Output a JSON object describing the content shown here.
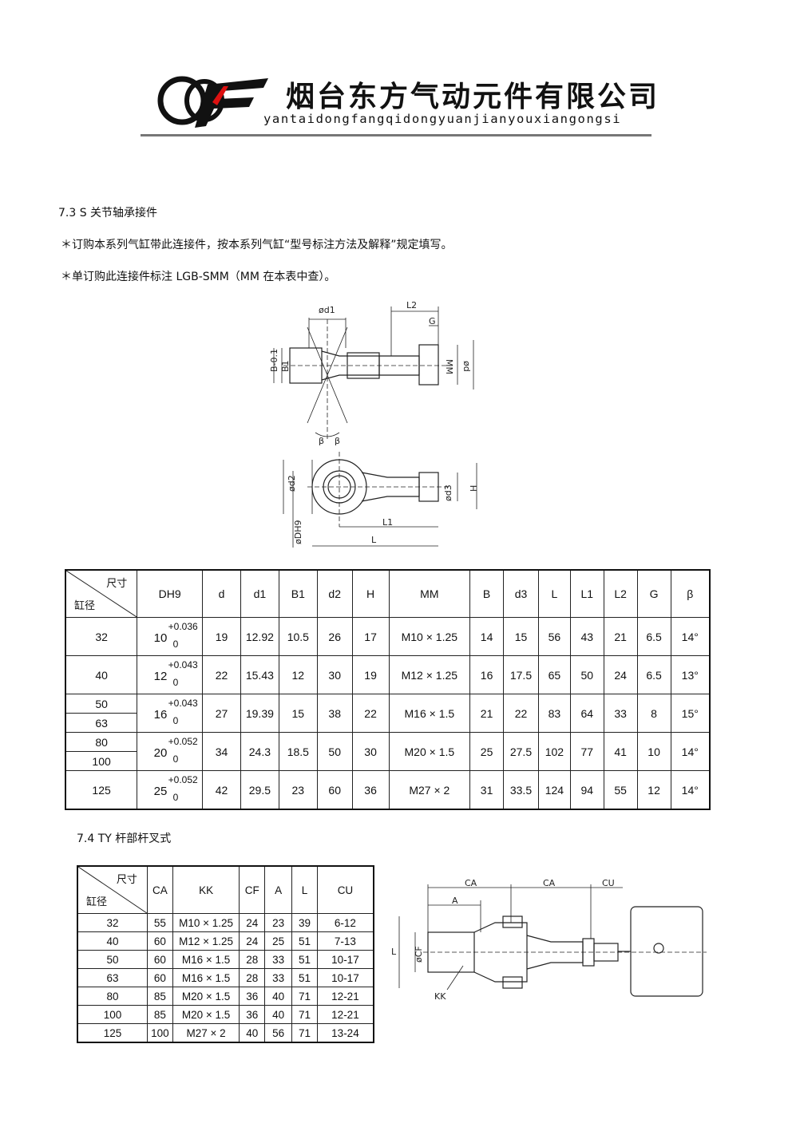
{
  "header": {
    "company_cn": "烟台东方气动元件有限公司",
    "company_en": "yantaidongfangqidongyuanjianyouxiangongsi"
  },
  "section_73": {
    "title": "7.3 S 关节轴承接件",
    "note1": "＊订购本系列气缸带此连接件，按本系列气缸“型号标注方法及解释”规定填写。",
    "note2": "＊单订购此连接件标注 LGB-SMM（MM 在本表中查）。",
    "diagram_labels": {
      "phi_d1": "ød1",
      "L2": "L2",
      "G": "G",
      "B0d1": "B-0.1",
      "B1": "B1",
      "MM": "MM",
      "phi_d": "ød",
      "beta1": "β",
      "beta2": "β",
      "phi_d2": "ød2",
      "phi_d3": "ød3",
      "H": "H",
      "L1": "L1",
      "phi_DH9": "øDH9",
      "L": "L"
    },
    "table": {
      "corner_top": "尺寸",
      "corner_bottom": "缸径",
      "headers": [
        "DH9",
        "d",
        "d1",
        "B1",
        "d2",
        "H",
        "MM",
        "B",
        "d3",
        "L",
        "L1",
        "L2",
        "G",
        "β"
      ],
      "rows": [
        {
          "bore": [
            "32"
          ],
          "dh_base": "10",
          "dh_up": "+0.036",
          "dh_low": "0",
          "vals": [
            "19",
            "12.92",
            "10.5",
            "26",
            "17",
            "M10 × 1.25",
            "14",
            "15",
            "56",
            "43",
            "21",
            "6.5",
            "14°"
          ]
        },
        {
          "bore": [
            "40"
          ],
          "dh_base": "12",
          "dh_up": "+0.043",
          "dh_low": "0",
          "vals": [
            "22",
            "15.43",
            "12",
            "30",
            "19",
            "M12 × 1.25",
            "16",
            "17.5",
            "65",
            "50",
            "24",
            "6.5",
            "13°"
          ]
        },
        {
          "bore": [
            "50",
            "63"
          ],
          "dh_base": "16",
          "dh_up": "+0.043",
          "dh_low": "0",
          "vals": [
            "27",
            "19.39",
            "15",
            "38",
            "22",
            "M16 × 1.5",
            "21",
            "22",
            "83",
            "64",
            "33",
            "8",
            "15°"
          ]
        },
        {
          "bore": [
            "80",
            "100"
          ],
          "dh_base": "20",
          "dh_up": "+0.052",
          "dh_low": "0",
          "vals": [
            "34",
            "24.3",
            "18.5",
            "50",
            "30",
            "M20 × 1.5",
            "25",
            "27.5",
            "102",
            "77",
            "41",
            "10",
            "14°"
          ]
        },
        {
          "bore": [
            "125"
          ],
          "dh_base": "25",
          "dh_up": "+0.052",
          "dh_low": "0",
          "vals": [
            "42",
            "29.5",
            "23",
            "60",
            "36",
            "M27 × 2",
            "31",
            "33.5",
            "124",
            "94",
            "55",
            "12",
            "14°"
          ]
        }
      ]
    }
  },
  "section_74": {
    "title": "7.4 TY 杆部杆叉式",
    "diagram_labels": {
      "CA1": "CA",
      "CA2": "CA",
      "CU": "CU",
      "A": "A",
      "L": "L",
      "phi_CF": "øCF",
      "KK": "KK"
    },
    "table": {
      "corner_top": "尺寸",
      "corner_bottom": "缸径",
      "headers": [
        "CA",
        "KK",
        "CF",
        "A",
        "L",
        "CU"
      ],
      "rows": [
        [
          "32",
          "55",
          "M10 × 1.25",
          "24",
          "23",
          "39",
          "6-12"
        ],
        [
          "40",
          "60",
          "M12 × 1.25",
          "24",
          "25",
          "51",
          "7-13"
        ],
        [
          "50",
          "60",
          "M16 × 1.5",
          "28",
          "33",
          "51",
          "10-17"
        ],
        [
          "63",
          "60",
          "M16 × 1.5",
          "28",
          "33",
          "51",
          "10-17"
        ],
        [
          "80",
          "85",
          "M20 × 1.5",
          "36",
          "40",
          "71",
          "12-21"
        ],
        [
          "100",
          "85",
          "M20 × 1.5",
          "36",
          "40",
          "71",
          "12-21"
        ],
        [
          "125",
          "100",
          "M27 × 2",
          "40",
          "56",
          "71",
          "13-24"
        ]
      ]
    }
  }
}
